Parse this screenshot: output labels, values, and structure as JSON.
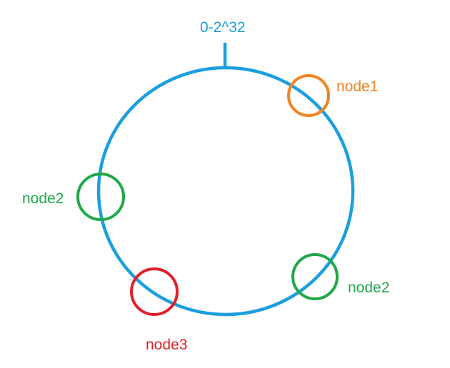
{
  "ring": {
    "label": "0-2^32",
    "color": "#1a9fe0"
  },
  "nodes": [
    {
      "label": "node1",
      "color": "#f28322"
    },
    {
      "label": "node2",
      "color": "#20a84a"
    },
    {
      "label": "node2",
      "color": "#20a84a"
    },
    {
      "label": "node3",
      "color": "#e0202a"
    }
  ]
}
